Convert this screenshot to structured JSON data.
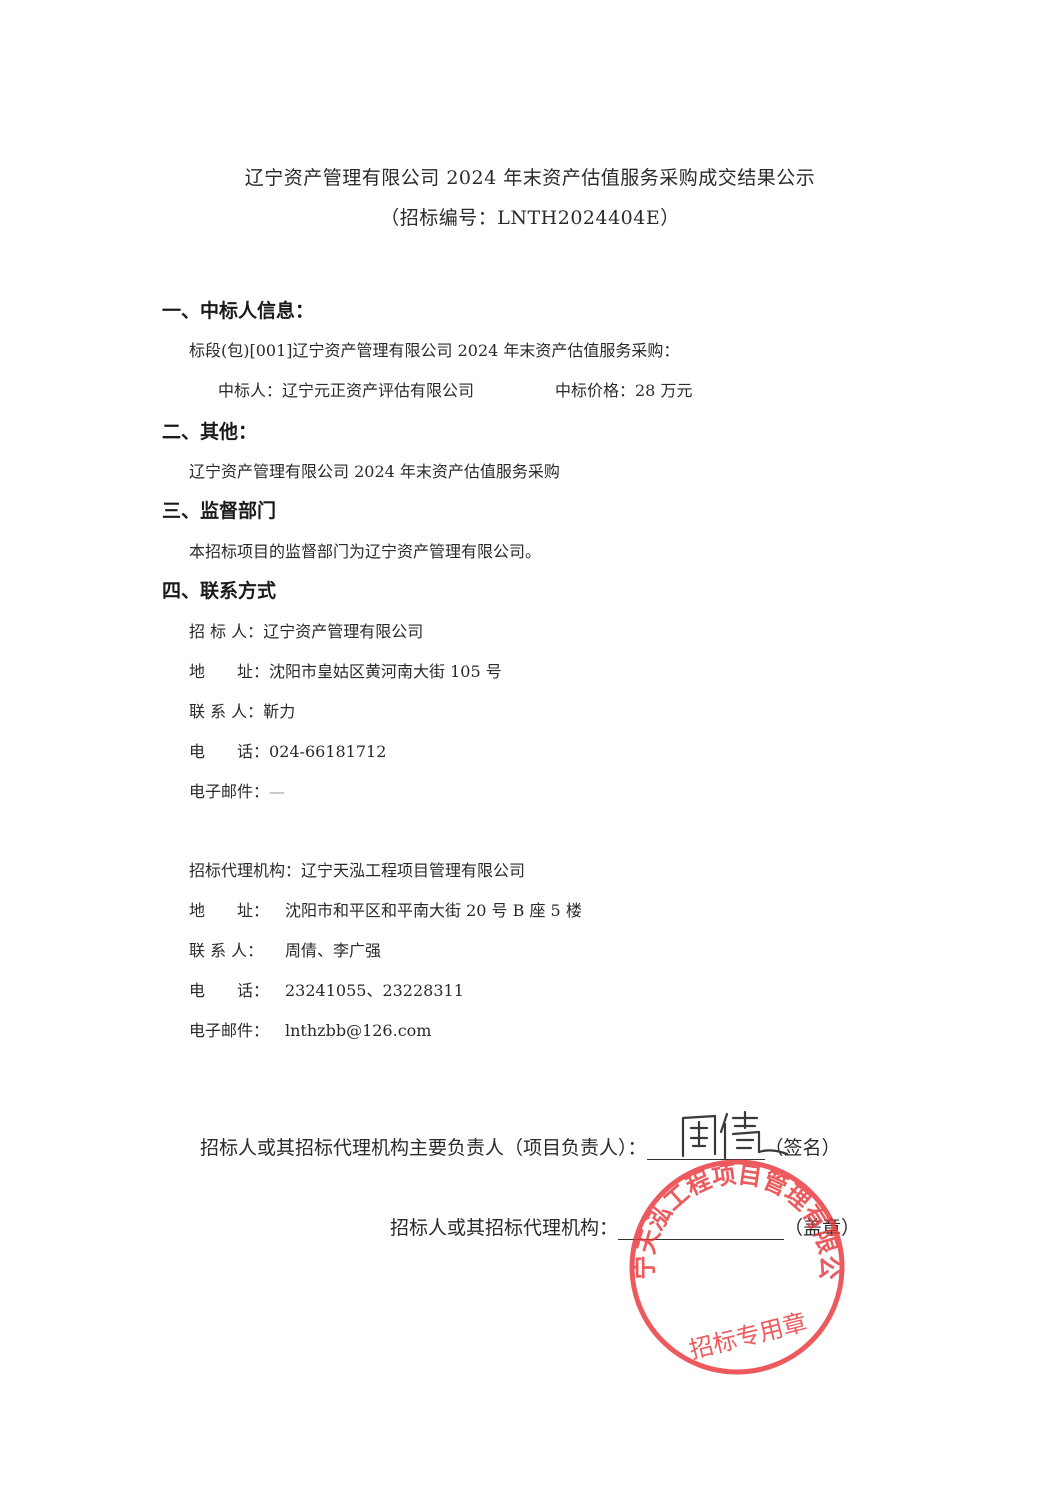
{
  "document": {
    "title": "辽宁资产管理有限公司 2024 年末资产估值服务采购成交结果公示",
    "bid_number": "（招标编号：LNTH2024404E）",
    "sections": {
      "s1": {
        "heading": "一、中标人信息：",
        "lot": "标段(包)[001]辽宁资产管理有限公司 2024 年末资产估值服务采购：",
        "winner_label": "中标人：辽宁元正资产评估有限公司",
        "price_label": "中标价格：28 万元"
      },
      "s2": {
        "heading": "二、其他：",
        "text": "辽宁资产管理有限公司 2024 年末资产估值服务采购"
      },
      "s3": {
        "heading": "三、监督部门",
        "text": "本招标项目的监督部门为辽宁资产管理有限公司。"
      },
      "s4": {
        "heading": "四、联系方式",
        "tenderer": {
          "name_label": "招 标 人：",
          "name": "辽宁资产管理有限公司",
          "addr_label": "地　　址：",
          "addr": "沈阳市皇姑区黄河南大街 105 号",
          "contact_label": "联 系 人：",
          "contact": "靳力",
          "phone_label": "电　　话：",
          "phone": "024-66181712",
          "email_label": "电子邮件：",
          "email": "—"
        },
        "agency": {
          "name_label": "招标代理机构：",
          "name": "辽宁天泓工程项目管理有限公司",
          "addr_label": "地　　址：",
          "addr": "沈阳市和平区和平南大街 20 号 B 座 5 楼",
          "contact_label": "联 系 人：",
          "contact": "周倩、李广强",
          "phone_label": "电　　话：",
          "phone": "23241055、23228311",
          "email_label": "电子邮件：",
          "email": "lnthzbb@126.com"
        }
      }
    },
    "signoff": {
      "principal_label": "招标人或其招标代理机构主要负责人（项目负责人）：",
      "sign_note": "（签名）",
      "agency_label": "招标人或其招标代理机构：",
      "seal_note": "（盖章）"
    },
    "stamp": {
      "outer_text": "辽宁天泓工程项目管理有限公司",
      "inner_text": "招标专用章",
      "color": "#e8373b"
    }
  }
}
